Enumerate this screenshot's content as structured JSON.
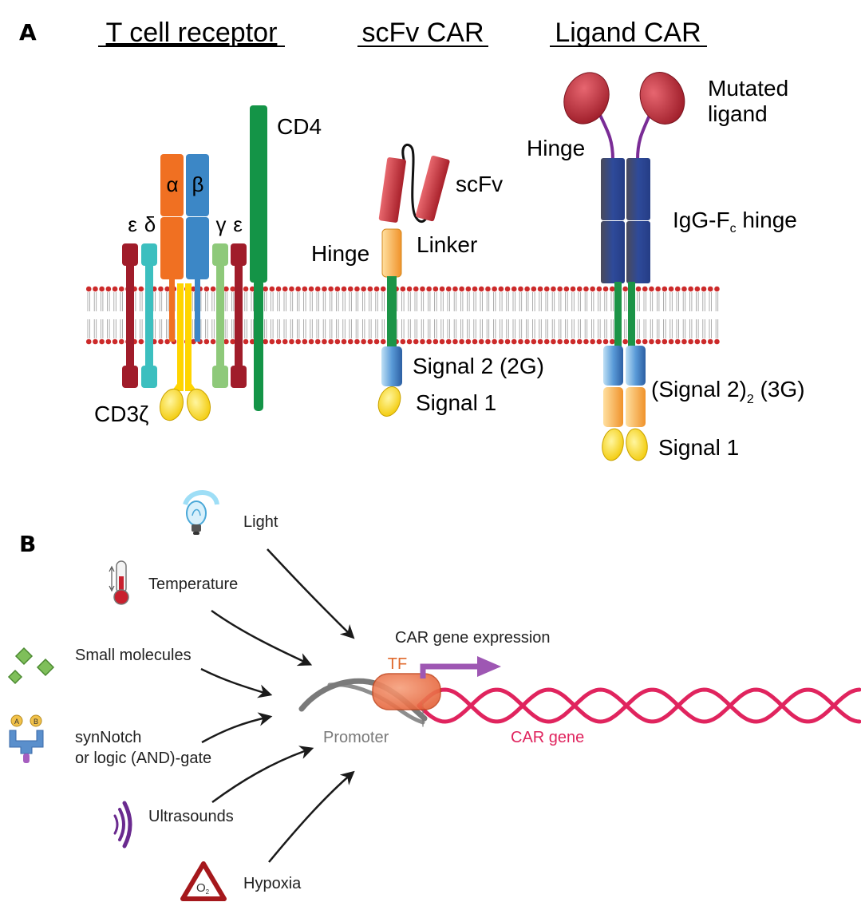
{
  "panel_a": {
    "letter": "A",
    "titles": {
      "tcr": "T cell receptor",
      "scfv_car": "scFv CAR",
      "ligand_car": "Ligand CAR"
    },
    "tcr_labels": {
      "epsilon_left": "ε",
      "delta": "δ",
      "alpha": "α",
      "beta": "β",
      "gamma": "γ",
      "epsilon_right": "ε",
      "cd4": "CD4",
      "cd3zeta": "CD3ζ"
    },
    "scfv_labels": {
      "scfv": "scFv",
      "linker": "Linker",
      "hinge": "Hinge",
      "signal2": "Signal 2 (2G)",
      "signal1": "Signal 1"
    },
    "ligand_labels": {
      "mutated_line1": "Mutated",
      "mutated_line2": "ligand",
      "hinge": "Hinge",
      "igg_prefix": "IgG-F",
      "igg_sub": "c",
      "igg_suffix": " hinge",
      "signal2_prefix": "(Signal 2)",
      "signal2_sub": "2",
      "signal2_suffix": " (3G)",
      "signal1": "Signal 1"
    }
  },
  "panel_b": {
    "letter": "B",
    "inputs": {
      "light": "Light",
      "temperature": "Temperature",
      "small_molecules": "Small molecules",
      "synnotch_line1": "synNotch",
      "synnotch_line2": "or logic (AND)-gate",
      "ultrasounds": "Ultrasounds",
      "hypoxia": "Hypoxia"
    },
    "receptor_ab": {
      "a": "A",
      "b": "B"
    },
    "o2_symbol": "O",
    "o2_sub": "2",
    "tf": "TF",
    "car_expression": "CAR gene expression",
    "promoter": "Promoter",
    "car_gene": "CAR gene"
  },
  "colors": {
    "membrane_head": "#cc2a2a",
    "cd4": "#149447",
    "alpha": "#f07022",
    "beta": "#3c87c6",
    "epsilon": "#a01c2a",
    "delta": "#3cbfbf",
    "gamma": "#8ec97a",
    "zeta": "#ffd400",
    "scfv": "#c0303a",
    "hinge": "#f3a43c",
    "tm": "#1c9447",
    "signal2": "#4a86c8",
    "ligand_fc": "#2a4a96",
    "ligand_head": "#b82230",
    "purple": "#7a2c96",
    "dna_red": "#e0245e",
    "promoter_grey": "#7a7a7a",
    "tf": "#e8623a",
    "arrow_purple": "#9e57b3"
  }
}
